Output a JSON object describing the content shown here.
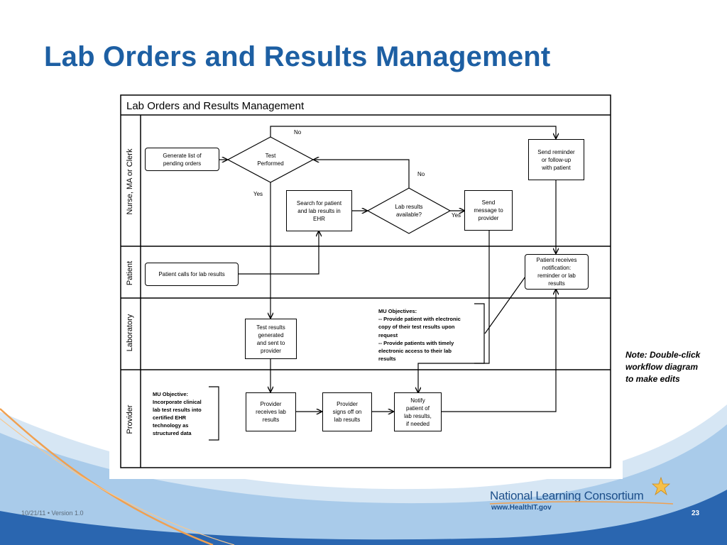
{
  "slide": {
    "title": "Lab Orders and Results Management",
    "note": "Note:  Double-click\nworkflow diagram\nto make edits",
    "footer": "10/21/11 •   Version 1.0",
    "page_number": "23",
    "logo_text": "National Learning Consortium",
    "logo_url": "www.HealthIT.gov"
  },
  "diagram": {
    "heading": "Lab Orders and Results Management",
    "lanes": [
      "Nurse, MA or Clerk",
      "Patient",
      "Laboratory",
      "Provider"
    ],
    "boxes": {
      "generate": "Generate  list  of\npending  orders",
      "test_performed": "Test\nPerformed",
      "search": "Search  for patient\nand  lab  results  in\nEHR",
      "lab_available": "Lab  results\navailable?",
      "send_message": "Send\nmessage  to\nprovider",
      "send_reminder": "Send  reminder\nor follow-up\nwith  patient",
      "patient_calls": "Patient  calls  for lab results",
      "patient_receives": "Patient  receives\nnotification:\nreminder  or  lab\nresults",
      "test_results": "Test results\ngenerated\nand  sent to\nprovider",
      "provider_receives": "Provider\nreceives  lab\nresults",
      "provider_signs": "Provider\nsigns  off on\nlab  results",
      "notify_patient": "Notify\npatient  of\nlab results,\nif needed"
    },
    "labels": {
      "no_top": "No",
      "no_mid": "No",
      "yes_left": "Yes",
      "yes_right": "Yes"
    },
    "mu_lab": "MU Objectives:\n-- Provide patient  with electronic\n     copy of their test results  upon\n     request\n-- Provide patients  with timely\n     electronic access  to their lab\n     results",
    "mu_provider": "MU Objective:\nIncorporate  clinical\nlab  test  results  into\ncertified  EHR\ntechnology as\nstructured   data"
  },
  "colors": {
    "title": "#1d5fa3",
    "swoosh_light": "#c9ddef",
    "swoosh_mid": "#7fb2e0",
    "swoosh_dark": "#1f5aa6",
    "swoosh_orange": "#f0a050"
  }
}
